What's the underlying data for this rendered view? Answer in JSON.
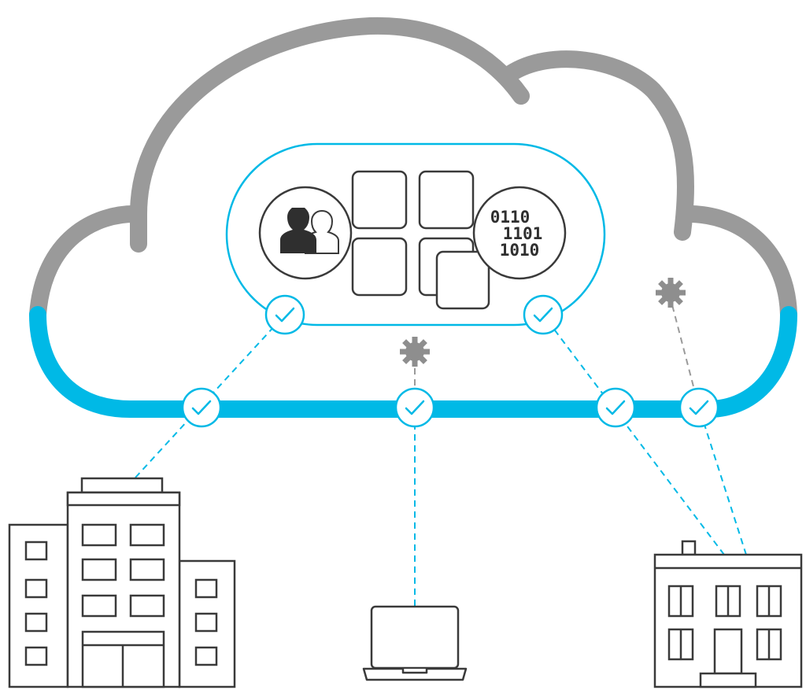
{
  "diagram": {
    "binary_lines": [
      "0110",
      "1101",
      "1010"
    ]
  },
  "colors": {
    "cloud_gray": "#9a9a9a",
    "accent_cyan": "#00b9e6",
    "line_dark": "#3a3a3a",
    "gear_gray": "#8e8e8e",
    "background": "#ffffff"
  },
  "icons": {
    "users": "users-icon",
    "binary": "binary-data-icon",
    "check": "checkmark-icon",
    "gear": "gear-icon",
    "office": "office-building-icon",
    "laptop": "laptop-icon",
    "house": "house-icon"
  }
}
